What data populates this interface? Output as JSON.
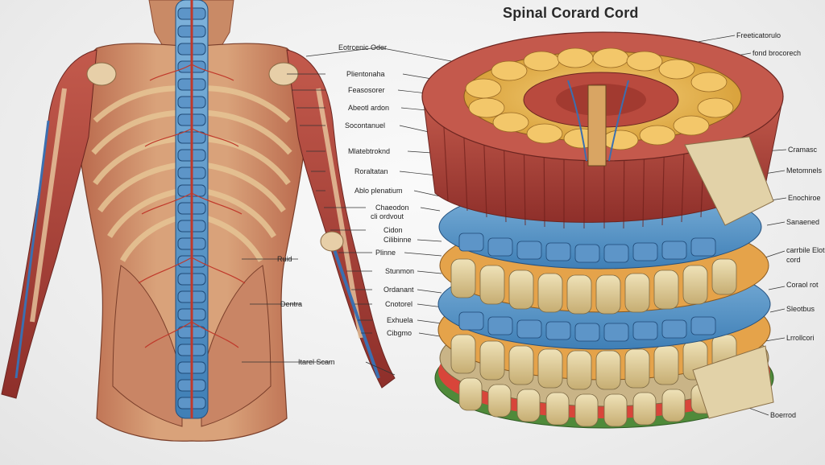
{
  "title": "Spinal Corard Cord",
  "body_labels": {
    "l1": "Eotrcenic Oder",
    "l2": "Plientonaha",
    "l3": "Feasosorer",
    "l4": "Abeotl ardon",
    "l5": "Socontanuel",
    "l6": "Mlatebtroknd",
    "l7": "Roraltatan",
    "l8": "Ablo plenatium",
    "l9": "Chaeodon",
    "l10": "cli ordvout",
    "l11": "Cidon",
    "l12": "Cilibinne",
    "l13": "Plinne",
    "l14": "Ruid",
    "l15": "Stunmon",
    "l16": "Ordanant",
    "l17": "Dentra",
    "l18": "Cnotorel",
    "l19": "Exhuela",
    "l20": "Cibgmo",
    "l21": "Itarel Scam"
  },
  "section_labels": {
    "r1": "Freeticatorulo",
    "r2": "fond brocorech",
    "r3": "Cramasc",
    "r4": "Metomnels",
    "r5": "Enochiroe",
    "r6": "Sanaened",
    "r7": "carrbile Elot",
    "r8": "cord",
    "r9": "Coraol rot",
    "r10": "Sleotbus",
    "r11": "Lrrollcori",
    "r12": "Boerrod"
  }
}
